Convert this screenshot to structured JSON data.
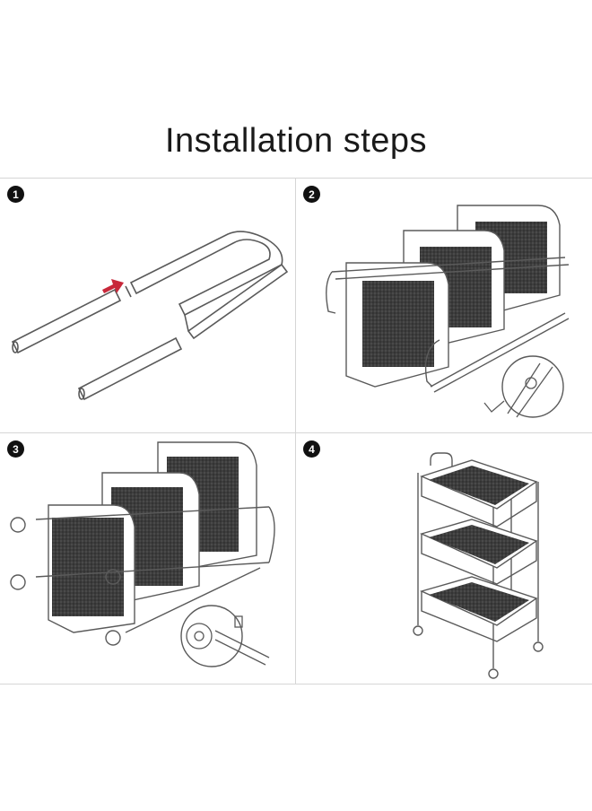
{
  "title": "Installation steps",
  "steps": [
    {
      "number": "1"
    },
    {
      "number": "2"
    },
    {
      "number": "3"
    },
    {
      "number": "4"
    }
  ],
  "colors": {
    "arrow": "#c8283a",
    "line": "#5a5a5a",
    "mesh": "#3a3a3a"
  }
}
